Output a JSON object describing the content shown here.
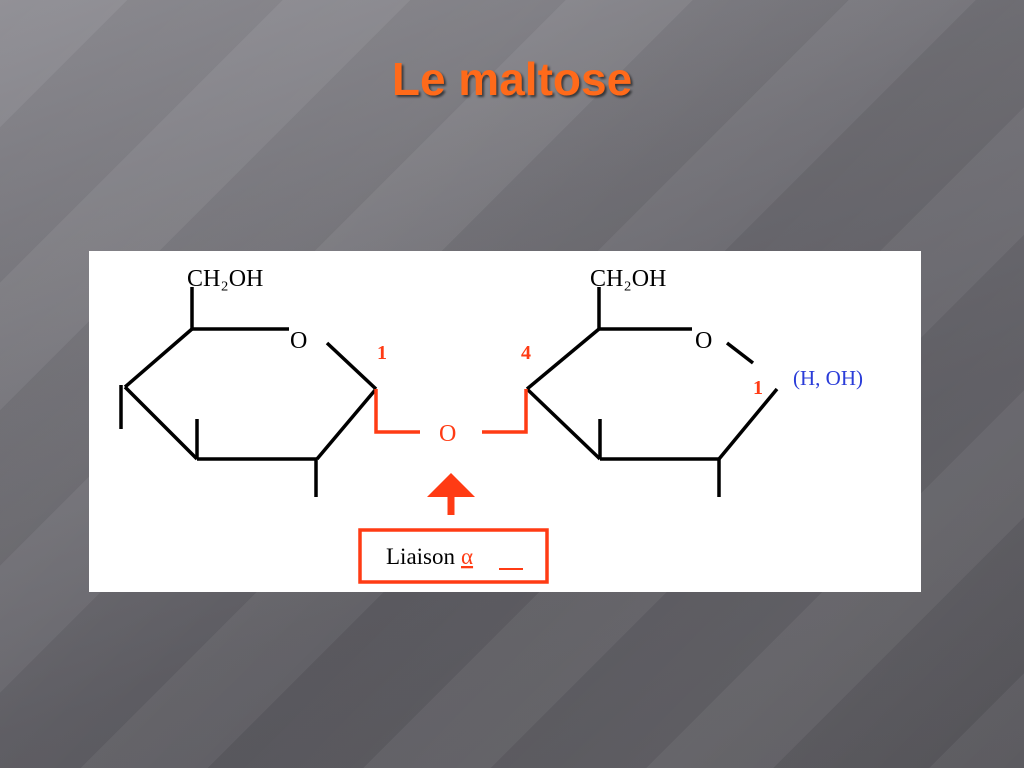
{
  "slide": {
    "title": "Le maltose"
  },
  "diagram": {
    "left_ring": {
      "substituent": "CH₂OH",
      "ring_oxygen": "O",
      "carbon_number": "1"
    },
    "right_ring": {
      "substituent": "CH₂OH",
      "ring_oxygen": "O",
      "carbon_number_top": "4",
      "carbon_number_anomeric": "1",
      "anomeric_group": "(H, OH)"
    },
    "bridge_oxygen": "O",
    "bond_label": "Liaison",
    "bond_symbol": "α",
    "colors": {
      "title": "#ff6a1a",
      "bond_highlight": "#ff3b14",
      "anomeric_group": "#2a3cd8",
      "structure": "#000000"
    }
  }
}
